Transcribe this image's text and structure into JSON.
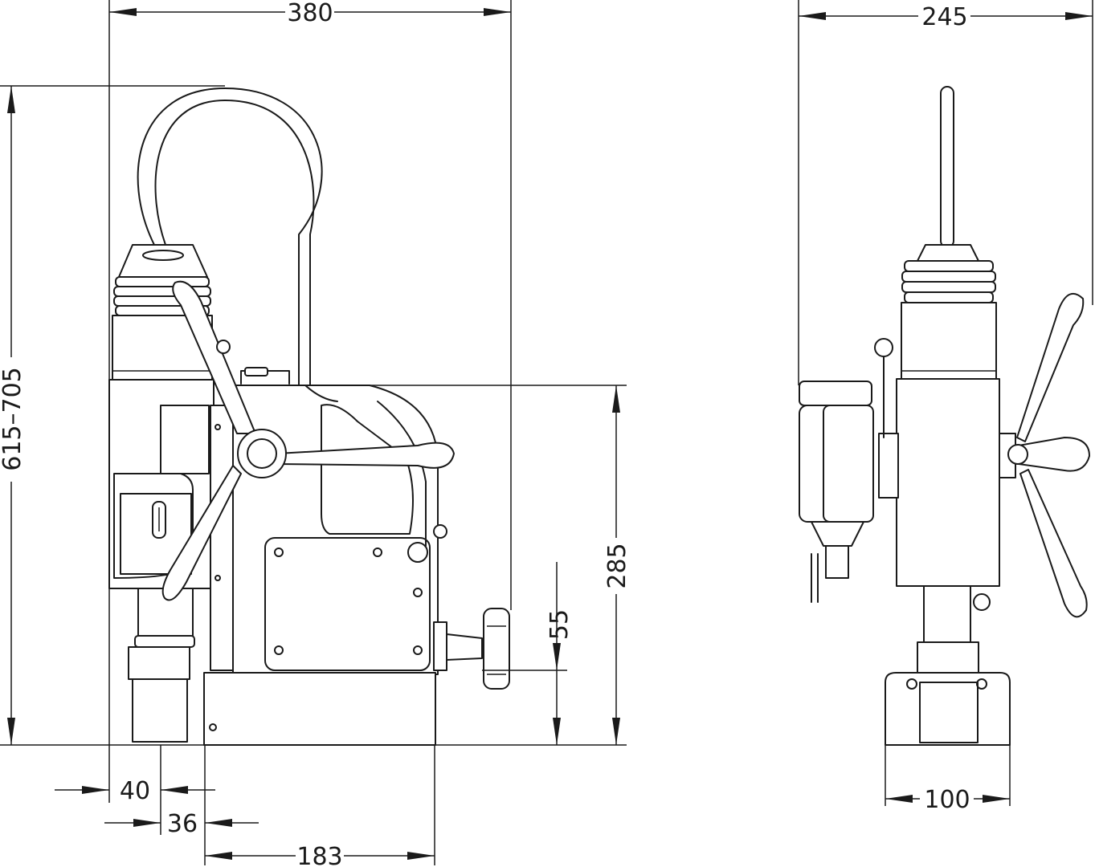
{
  "dimensions": {
    "total_width": "380",
    "total_height": "615–705",
    "motor_height": "285",
    "handle_height": "55",
    "offset_40": "40",
    "offset_36": "36",
    "base_length": "183",
    "side_width": "245",
    "base_width": "100"
  }
}
